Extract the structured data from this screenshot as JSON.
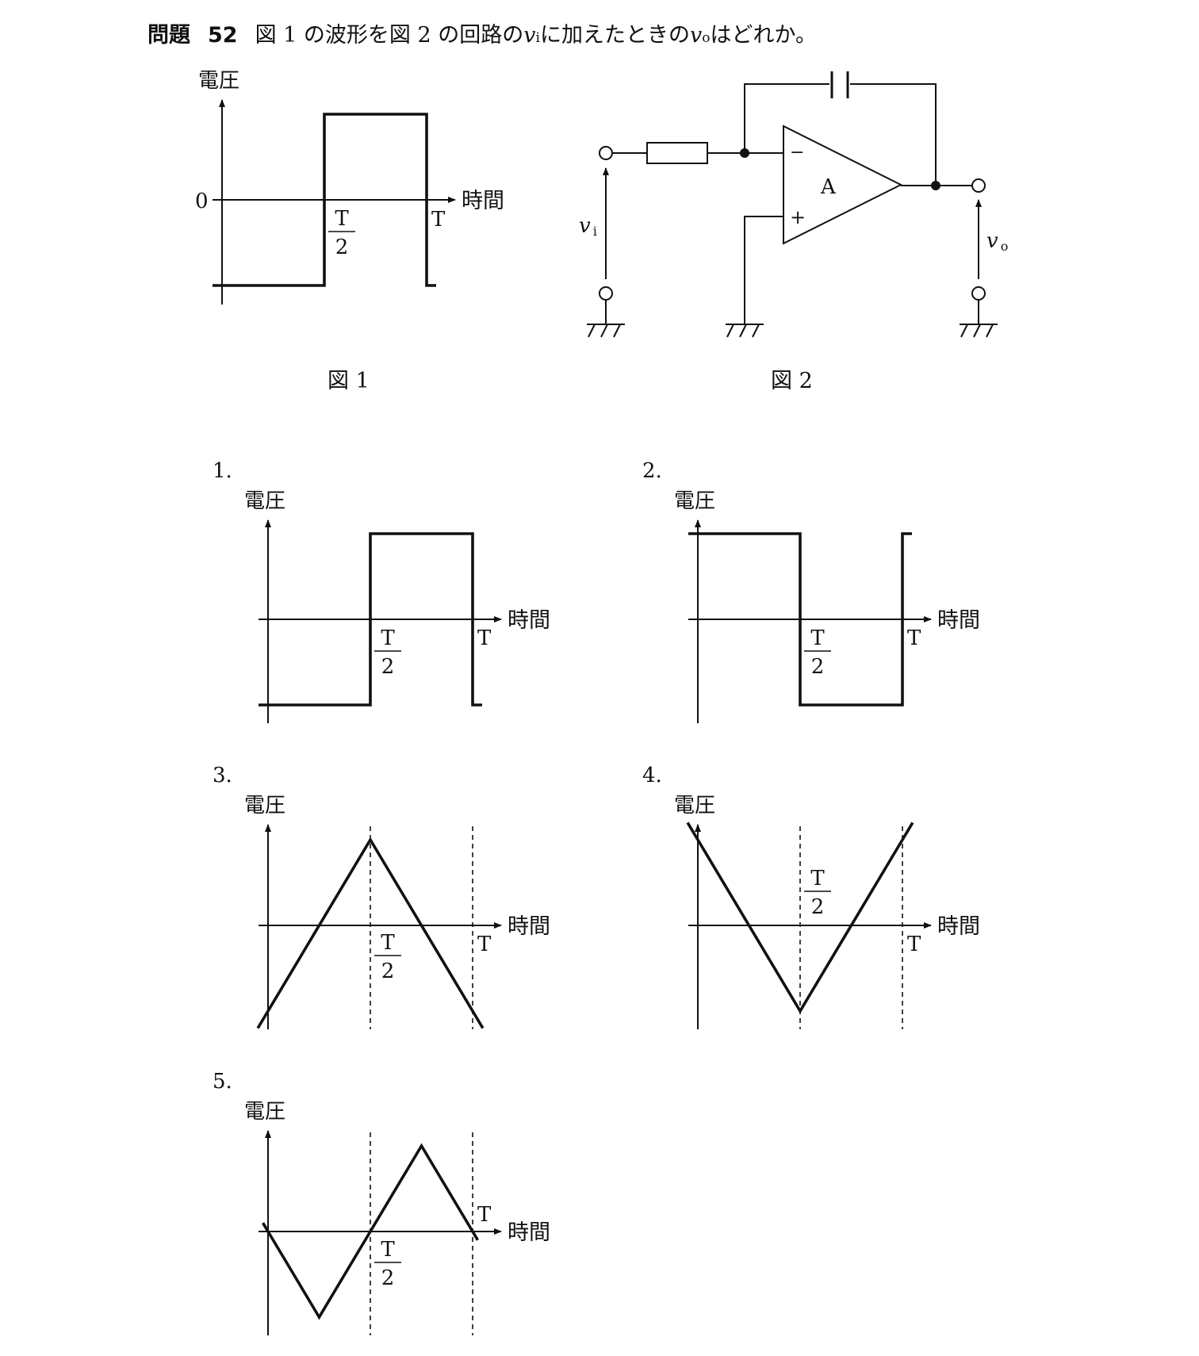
{
  "question": {
    "label": "問題",
    "number": "52",
    "text_a": "図 1 の波形を図 2 の回路の ",
    "vi_var": "v",
    "vi_sub": "i",
    "text_b": " に加えたときの ",
    "vo_var": "v",
    "vo_sub": "o",
    "text_c": " はどれか。"
  },
  "figure1": {
    "caption": "図 1",
    "y_axis_label": "電圧",
    "x_axis_label": "時間",
    "zero_label": "0",
    "half_num": "T",
    "half_den": "2",
    "period_label": "T",
    "waveform": "square",
    "points": [
      [
        0,
        -1
      ],
      [
        0.5,
        -1
      ],
      [
        0.5,
        1
      ],
      [
        1,
        1
      ],
      [
        1,
        -1
      ]
    ]
  },
  "figure2": {
    "caption": "図 2",
    "opamp_label": "A",
    "minus_label": "−",
    "plus_label": "+",
    "input_var": "v",
    "input_sub": "i",
    "output_var": "v",
    "output_sub": "o"
  },
  "options": [
    {
      "number": "1.",
      "y_axis_label": "電圧",
      "x_axis_label": "時間",
      "half_num": "T",
      "half_den": "2",
      "period_label": "T",
      "waveform": "square",
      "dashed": false,
      "points": [
        [
          0,
          -1
        ],
        [
          0.5,
          -1
        ],
        [
          0.5,
          1
        ],
        [
          1,
          1
        ],
        [
          1,
          -1
        ]
      ]
    },
    {
      "number": "2.",
      "y_axis_label": "電圧",
      "x_axis_label": "時間",
      "half_num": "T",
      "half_den": "2",
      "period_label": "T",
      "waveform": "square",
      "dashed": false,
      "points": [
        [
          0,
          1
        ],
        [
          0.5,
          1
        ],
        [
          0.5,
          -1
        ],
        [
          1,
          -1
        ],
        [
          1,
          1
        ]
      ]
    },
    {
      "number": "3.",
      "y_axis_label": "電圧",
      "x_axis_label": "時間",
      "half_num": "T",
      "half_den": "2",
      "period_label": "T",
      "waveform": "triangle",
      "dashed": true,
      "points": [
        [
          0,
          -1
        ],
        [
          0.5,
          1
        ],
        [
          1,
          -1
        ]
      ]
    },
    {
      "number": "4.",
      "y_axis_label": "電圧",
      "x_axis_label": "時間",
      "half_num": "T",
      "half_den": "2",
      "period_label": "T",
      "waveform": "triangle",
      "dashed": true,
      "points": [
        [
          0,
          1
        ],
        [
          0.5,
          -1
        ],
        [
          1,
          1
        ]
      ]
    },
    {
      "number": "5.",
      "y_axis_label": "電圧",
      "x_axis_label": "時間",
      "half_num": "T",
      "half_den": "2",
      "period_label": "T",
      "waveform": "triangle",
      "dashed": true,
      "points": [
        [
          0,
          0
        ],
        [
          0.25,
          -1
        ],
        [
          0.5,
          0
        ],
        [
          0.75,
          1
        ],
        [
          1,
          0
        ]
      ]
    }
  ]
}
